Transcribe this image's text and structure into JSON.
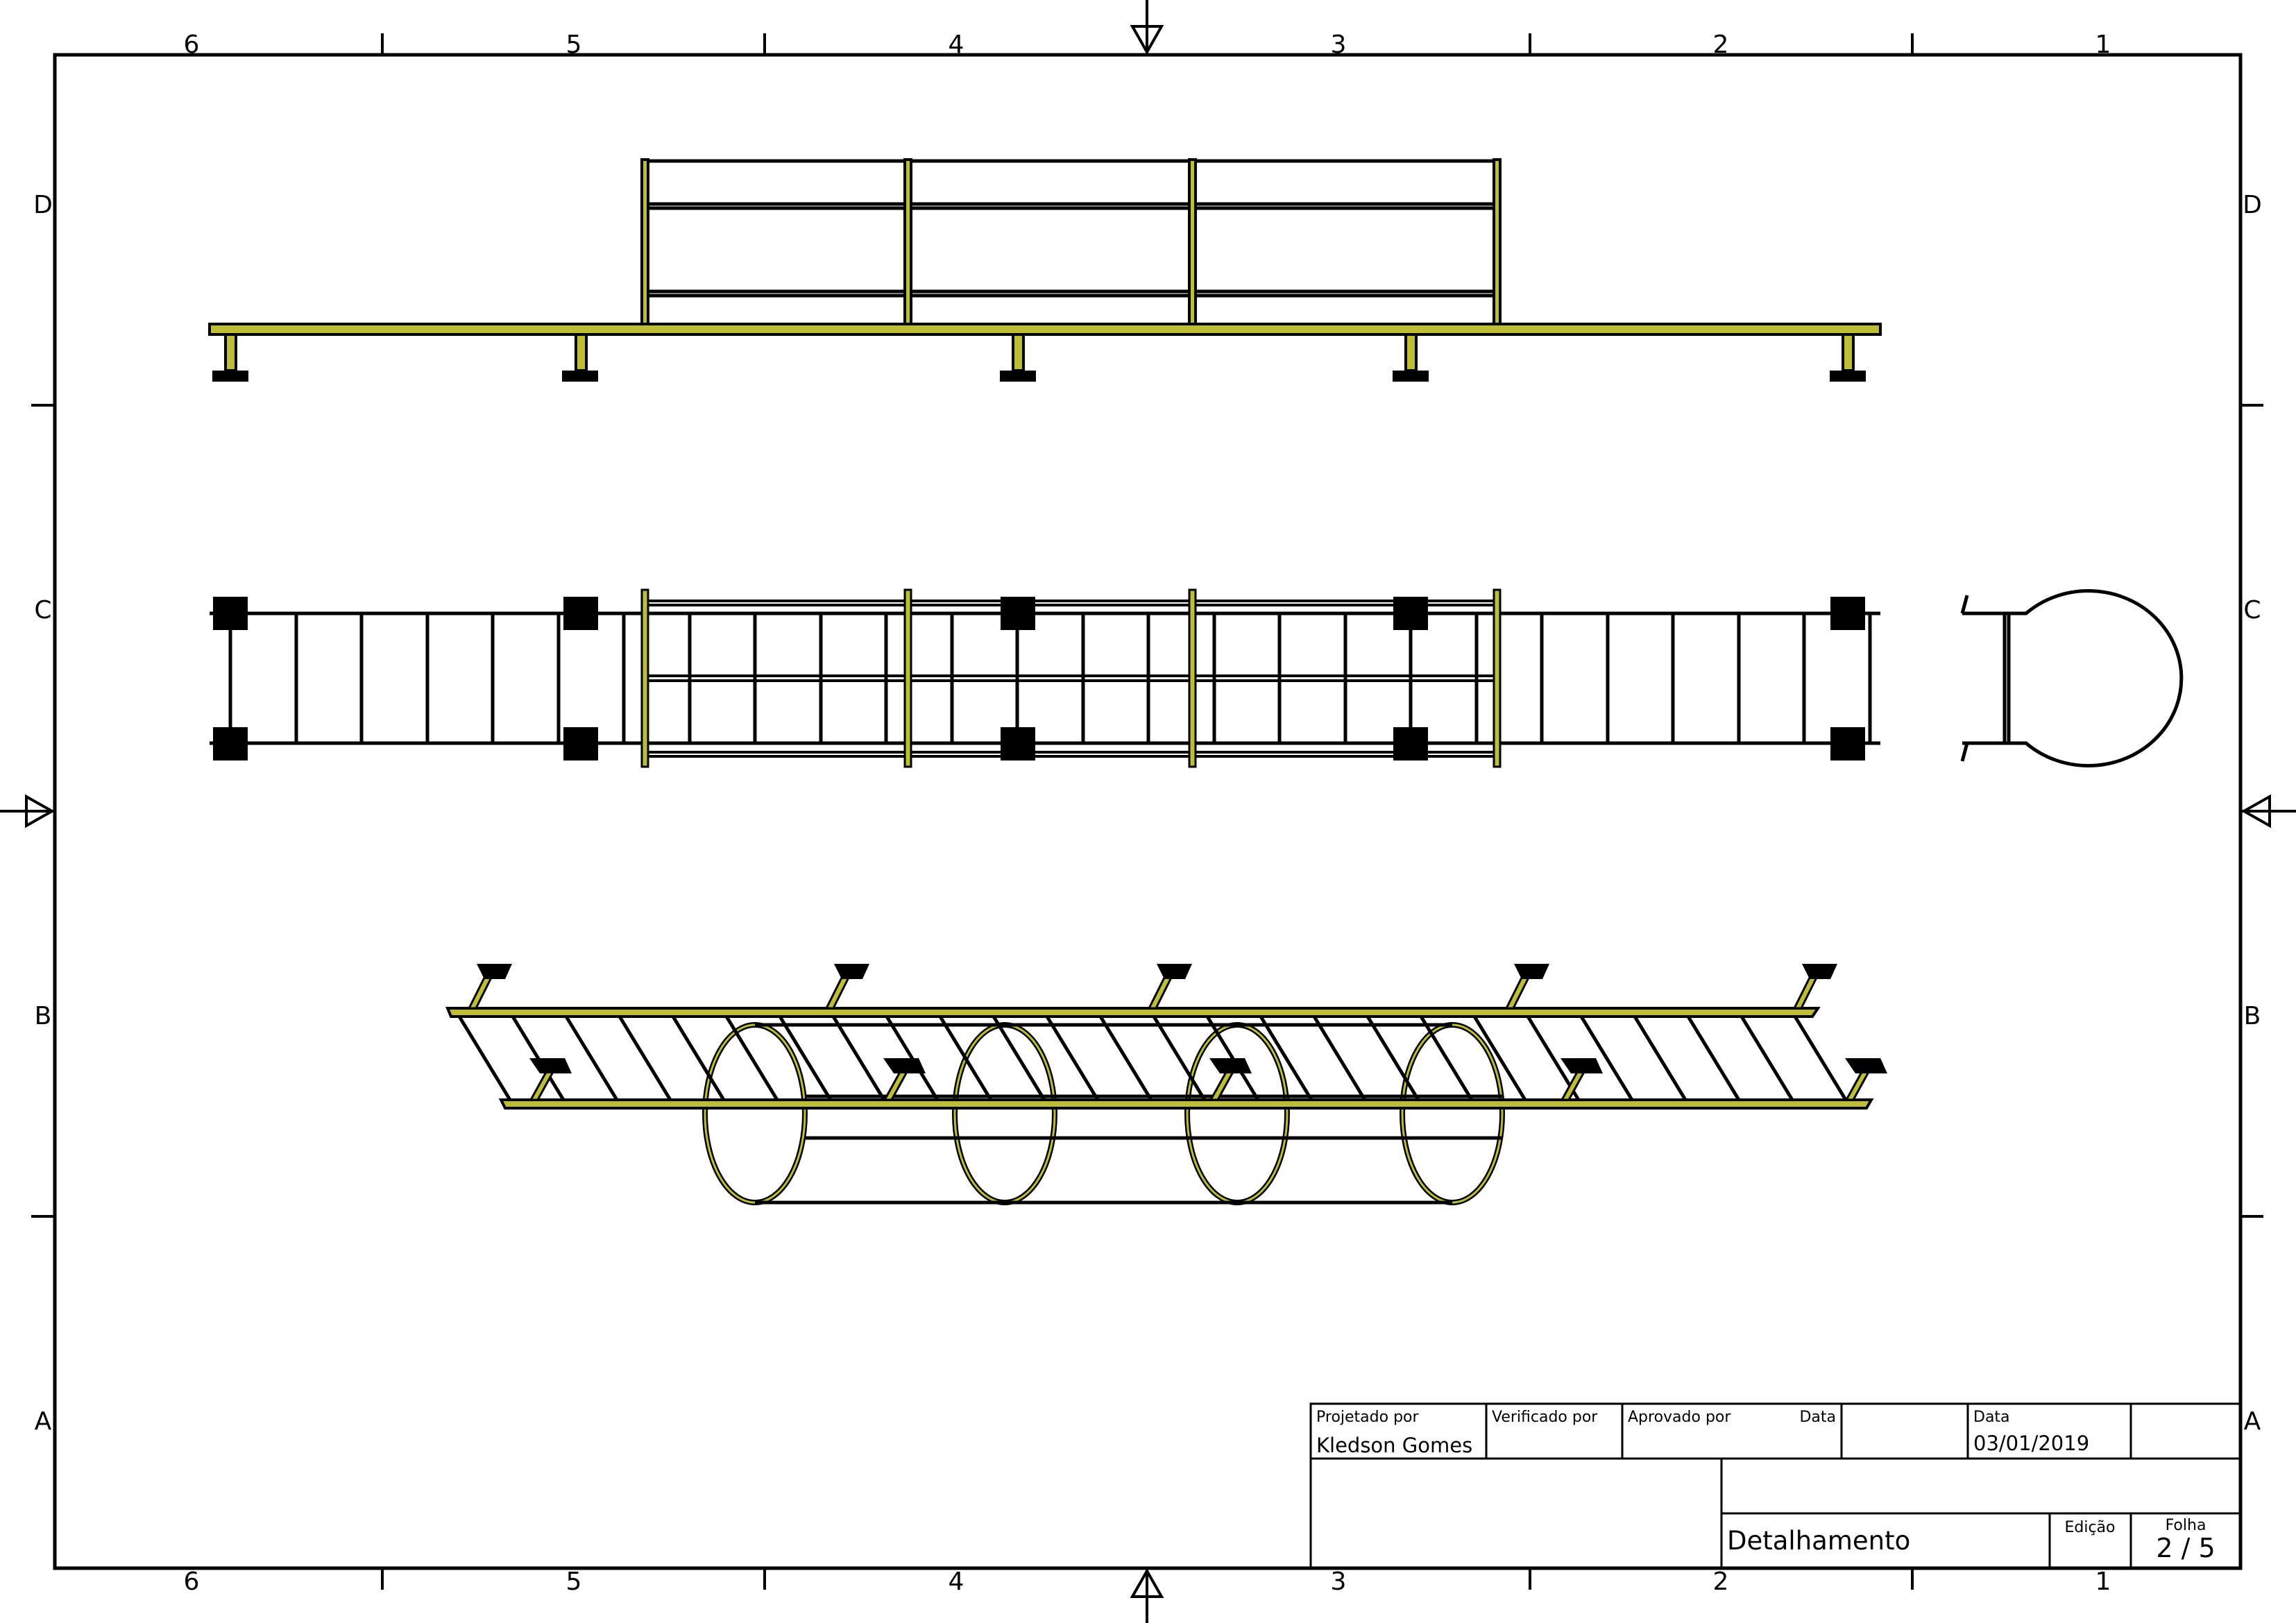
{
  "drawing": {
    "column_labels": [
      "6",
      "5",
      "4",
      "3",
      "2",
      "1"
    ],
    "row_labels": [
      "D",
      "C",
      "B",
      "A"
    ],
    "colors": {
      "steel": "#bdbd36",
      "outline": "#000000",
      "background": "#ffffff"
    },
    "views": [
      {
        "name": "elevation-view"
      },
      {
        "name": "plan-view"
      },
      {
        "name": "end-view"
      },
      {
        "name": "isometric-view"
      }
    ]
  },
  "title_block": {
    "designed_by_label": "Projetado por",
    "designed_by_value": "Kledson Gomes",
    "checked_by_label": "Verificado por",
    "approved_by_label": "Aprovado por",
    "date_label_1": "Data",
    "date_label_2": "Data",
    "date_value": "03/01/2019",
    "title": "Detalhamento",
    "edition_label": "Edição",
    "sheet_label": "Folha",
    "sheet_value": "2 / 5"
  }
}
